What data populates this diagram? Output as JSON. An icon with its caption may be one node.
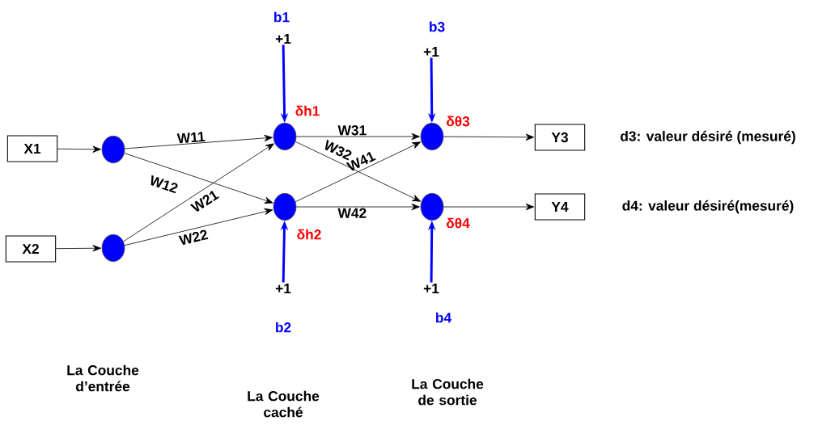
{
  "diagram": {
    "nodes": [
      {
        "text": [
          "X1"
        ]
      },
      {
        "text": [
          "X2"
        ]
      },
      {
        "text": [],
        "shape": "circle"
      },
      {
        "text": [],
        "shape": "circle"
      },
      {
        "text": [],
        "shape": "circle",
        "beside": [
          "δh1"
        ]
      },
      {
        "text": [],
        "shape": "circle",
        "beside": [
          "δh2"
        ]
      },
      {
        "text": [],
        "shape": "circle",
        "beside": [
          "δθ3"
        ]
      },
      {
        "text": [],
        "shape": "circle",
        "beside": [
          "δθ4"
        ]
      },
      {
        "text": [
          "Y3"
        ],
        "beside": [
          "d3: valeur désiré (mesuré)"
        ]
      },
      {
        "text": [
          "Y4"
        ],
        "beside": [
          "d4: valeur désiré(mesuré)"
        ]
      },
      {
        "text": [
          "+1"
        ],
        "beside": [
          "b1"
        ]
      },
      {
        "text": [
          "+1"
        ],
        "beside": [
          "b2"
        ]
      },
      {
        "text": [
          "+1"
        ],
        "beside": [
          "b3"
        ]
      },
      {
        "text": [
          "+1"
        ],
        "beside": [
          "b4"
        ]
      }
    ],
    "edges": [
      {
        "from": 0,
        "to": 2,
        "arrow": "to"
      },
      {
        "from": 1,
        "to": 3,
        "arrow": "to"
      },
      {
        "from": 2,
        "to": 4,
        "arrow": "to",
        "label": "W11"
      },
      {
        "from": 2,
        "to": 5,
        "arrow": "to",
        "label": "W12"
      },
      {
        "from": 3,
        "to": 4,
        "arrow": "to",
        "label": "W21"
      },
      {
        "from": 3,
        "to": 5,
        "arrow": "to",
        "label": "W22"
      },
      {
        "from": 4,
        "to": 6,
        "arrow": "to",
        "label": "W31"
      },
      {
        "from": 4,
        "to": 7,
        "arrow": "to",
        "label": "W32"
      },
      {
        "from": 5,
        "to": 6,
        "arrow": "to",
        "label": "W41"
      },
      {
        "from": 5,
        "to": 7,
        "arrow": "to",
        "label": "W42"
      },
      {
        "from": 6,
        "to": 8,
        "arrow": "to"
      },
      {
        "from": 7,
        "to": 9,
        "arrow": "to"
      },
      {
        "from": 10,
        "to": 4,
        "arrow": "to",
        "style": "thick",
        "color": "#0000ff"
      },
      {
        "from": 11,
        "to": 5,
        "arrow": "to",
        "style": "thick",
        "color": "#0000ff"
      },
      {
        "from": 12,
        "to": 6,
        "arrow": "to",
        "style": "thick",
        "color": "#0000ff"
      },
      {
        "from": 13,
        "to": 7,
        "arrow": "to",
        "style": "thick",
        "color": "#0000ff"
      }
    ],
    "labels": [
      "La Couche d’entrée",
      "La Couche caché",
      "La Couche de sortie"
    ]
  }
}
